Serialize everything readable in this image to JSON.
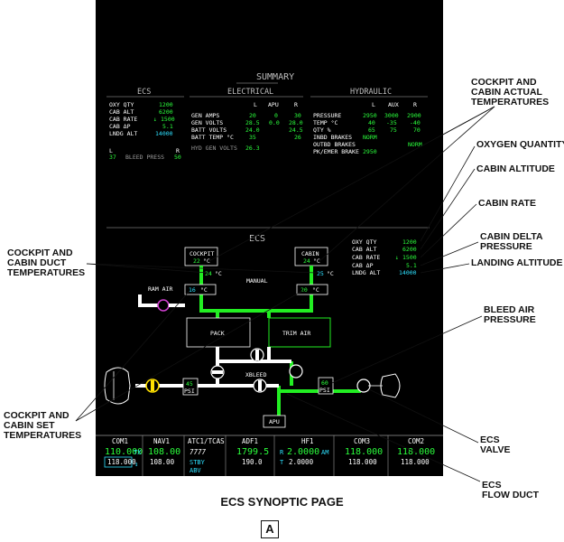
{
  "summary": {
    "title": "SUMMARY",
    "ecs": {
      "header": "ECS",
      "rows": [
        {
          "label": "OXY QTY",
          "value": "1200"
        },
        {
          "label": "CAB ALT",
          "value": "6200"
        },
        {
          "label": "CAB RATE",
          "value": "1500"
        },
        {
          "label": "CAB ΔP",
          "value": "5.1"
        },
        {
          "label": "LNDG ALT",
          "value": "14000"
        }
      ],
      "bleed_l": "L",
      "bleed_l_val": "37",
      "bleed_label": "BLEED PRESS",
      "bleed_r": "R",
      "bleed_r_val": "50"
    },
    "electrical": {
      "header": "ELECTRICAL",
      "cols": [
        "L",
        "APU",
        "R"
      ],
      "rows": [
        {
          "label": "GEN AMPS",
          "l": "20",
          "apu": "0",
          "r": "30"
        },
        {
          "label": "GEN VOLTS",
          "l": "28.5",
          "apu": "0.0",
          "r": "28.0"
        },
        {
          "label": "BATT VOLTS",
          "l": "24.0",
          "apu": "",
          "r": "24.5"
        },
        {
          "label": "BATT TEMP °C",
          "l": "35",
          "apu": "",
          "r": "26"
        }
      ],
      "hyd_gen_label": "HYD GEN VOLTS",
      "hyd_gen_val": "26.3"
    },
    "hydraulic": {
      "header": "HYDRAULIC",
      "cols": [
        "L",
        "AUX",
        "R"
      ],
      "rows": [
        {
          "label": "PRESSURE",
          "l": "2950",
          "aux": "3000",
          "r": "2900"
        },
        {
          "label": "TEMP °C",
          "l": "40",
          "aux": "-35",
          "r": "-40"
        },
        {
          "label": "QTY %",
          "l": "65",
          "aux": "75",
          "r": "70"
        },
        {
          "label": "INBD BRAKES",
          "l": "NORM",
          "aux": "",
          "r": ""
        },
        {
          "label": "OUTBD BRAKES",
          "l": "",
          "aux": "",
          "r": "NORM"
        },
        {
          "label": "PK/EMER BRAKE",
          "l": "2950",
          "aux": "",
          "r": ""
        }
      ]
    }
  },
  "ecs": {
    "title": "ECS",
    "cockpit_box": {
      "label": "COCKPIT",
      "value": "22",
      "unit": "°C"
    },
    "cabin_box": {
      "label": "CABIN",
      "value": "24",
      "unit": "°C"
    },
    "cockpit_duct": {
      "value": "24",
      "unit": "°C"
    },
    "cabin_duct": {
      "value": "25",
      "unit": "°C"
    },
    "manual": "MANUAL",
    "ram_air": "RAM AIR",
    "cockpit_set": {
      "value": "16",
      "unit": "°C"
    },
    "cabin_set": {
      "value": "20",
      "unit": "°C"
    },
    "pack": "PACK",
    "trim_air": "TRIM AIR",
    "xbleed": "XBLEED",
    "left_psi": {
      "value": "45",
      "unit": "PSI"
    },
    "right_psi": {
      "value": "60",
      "unit": "PSI"
    },
    "apu": "APU",
    "data": [
      {
        "label": "OXY QTY",
        "value": "1200"
      },
      {
        "label": "CAB ALT",
        "value": "6200"
      },
      {
        "label": "CAB RATE",
        "value": "1500"
      },
      {
        "label": "CAB ΔP",
        "value": "5.1"
      },
      {
        "label": "LNDG ALT",
        "value": "14000"
      }
    ]
  },
  "radio": {
    "com1": {
      "label": "COM1",
      "active": "110.000",
      "tx": "TX",
      "standby": "118.000"
    },
    "nav1": {
      "label": "NAV1",
      "active": "108.00",
      "standby": "108.00"
    },
    "atc": {
      "label": "ATC1/TCAS",
      "code": "7777",
      "stby": "STBY",
      "abv": "ABV"
    },
    "adf1": {
      "label": "ADF1",
      "active": "1799.5",
      "standby": "190.0"
    },
    "hf1": {
      "label": "HF1",
      "r": "R",
      "active": "2.0000",
      "am": "AM",
      "t": "T",
      "standby": "2.0000"
    },
    "com3": {
      "label": "COM3",
      "active": "118.000",
      "standby": "118.000"
    },
    "com2": {
      "label": "COM2",
      "active": "118.000",
      "standby": "118.000"
    }
  },
  "callouts": {
    "cockpit_cabin_actual": "COCKPIT AND\nCABIN ACTUAL\nTEMPERATURES",
    "oxygen_quantity": "OXYGEN QUANTITY",
    "cabin_altitude": "CABIN ALTITUDE",
    "cabin_rate": "CABIN RATE",
    "cabin_delta": "CABIN DELTA\nPRESSURE",
    "landing_altitude": "LANDING ALTITUDE",
    "bleed_air": "BLEED AIR\nPRESSURE",
    "ecs_valve": "ECS\nVALVE",
    "ecs_flow_duct": "ECS\nFLOW DUCT",
    "cockpit_cabin_duct": "COCKPIT AND\nCABIN DUCT\nTEMPERATURES",
    "cockpit_cabin_set": "COCKPIT AND\nCABIN SET\nTEMPERATURES"
  },
  "caption": "ECS SYNOPTIC PAGE",
  "view_label": "A"
}
